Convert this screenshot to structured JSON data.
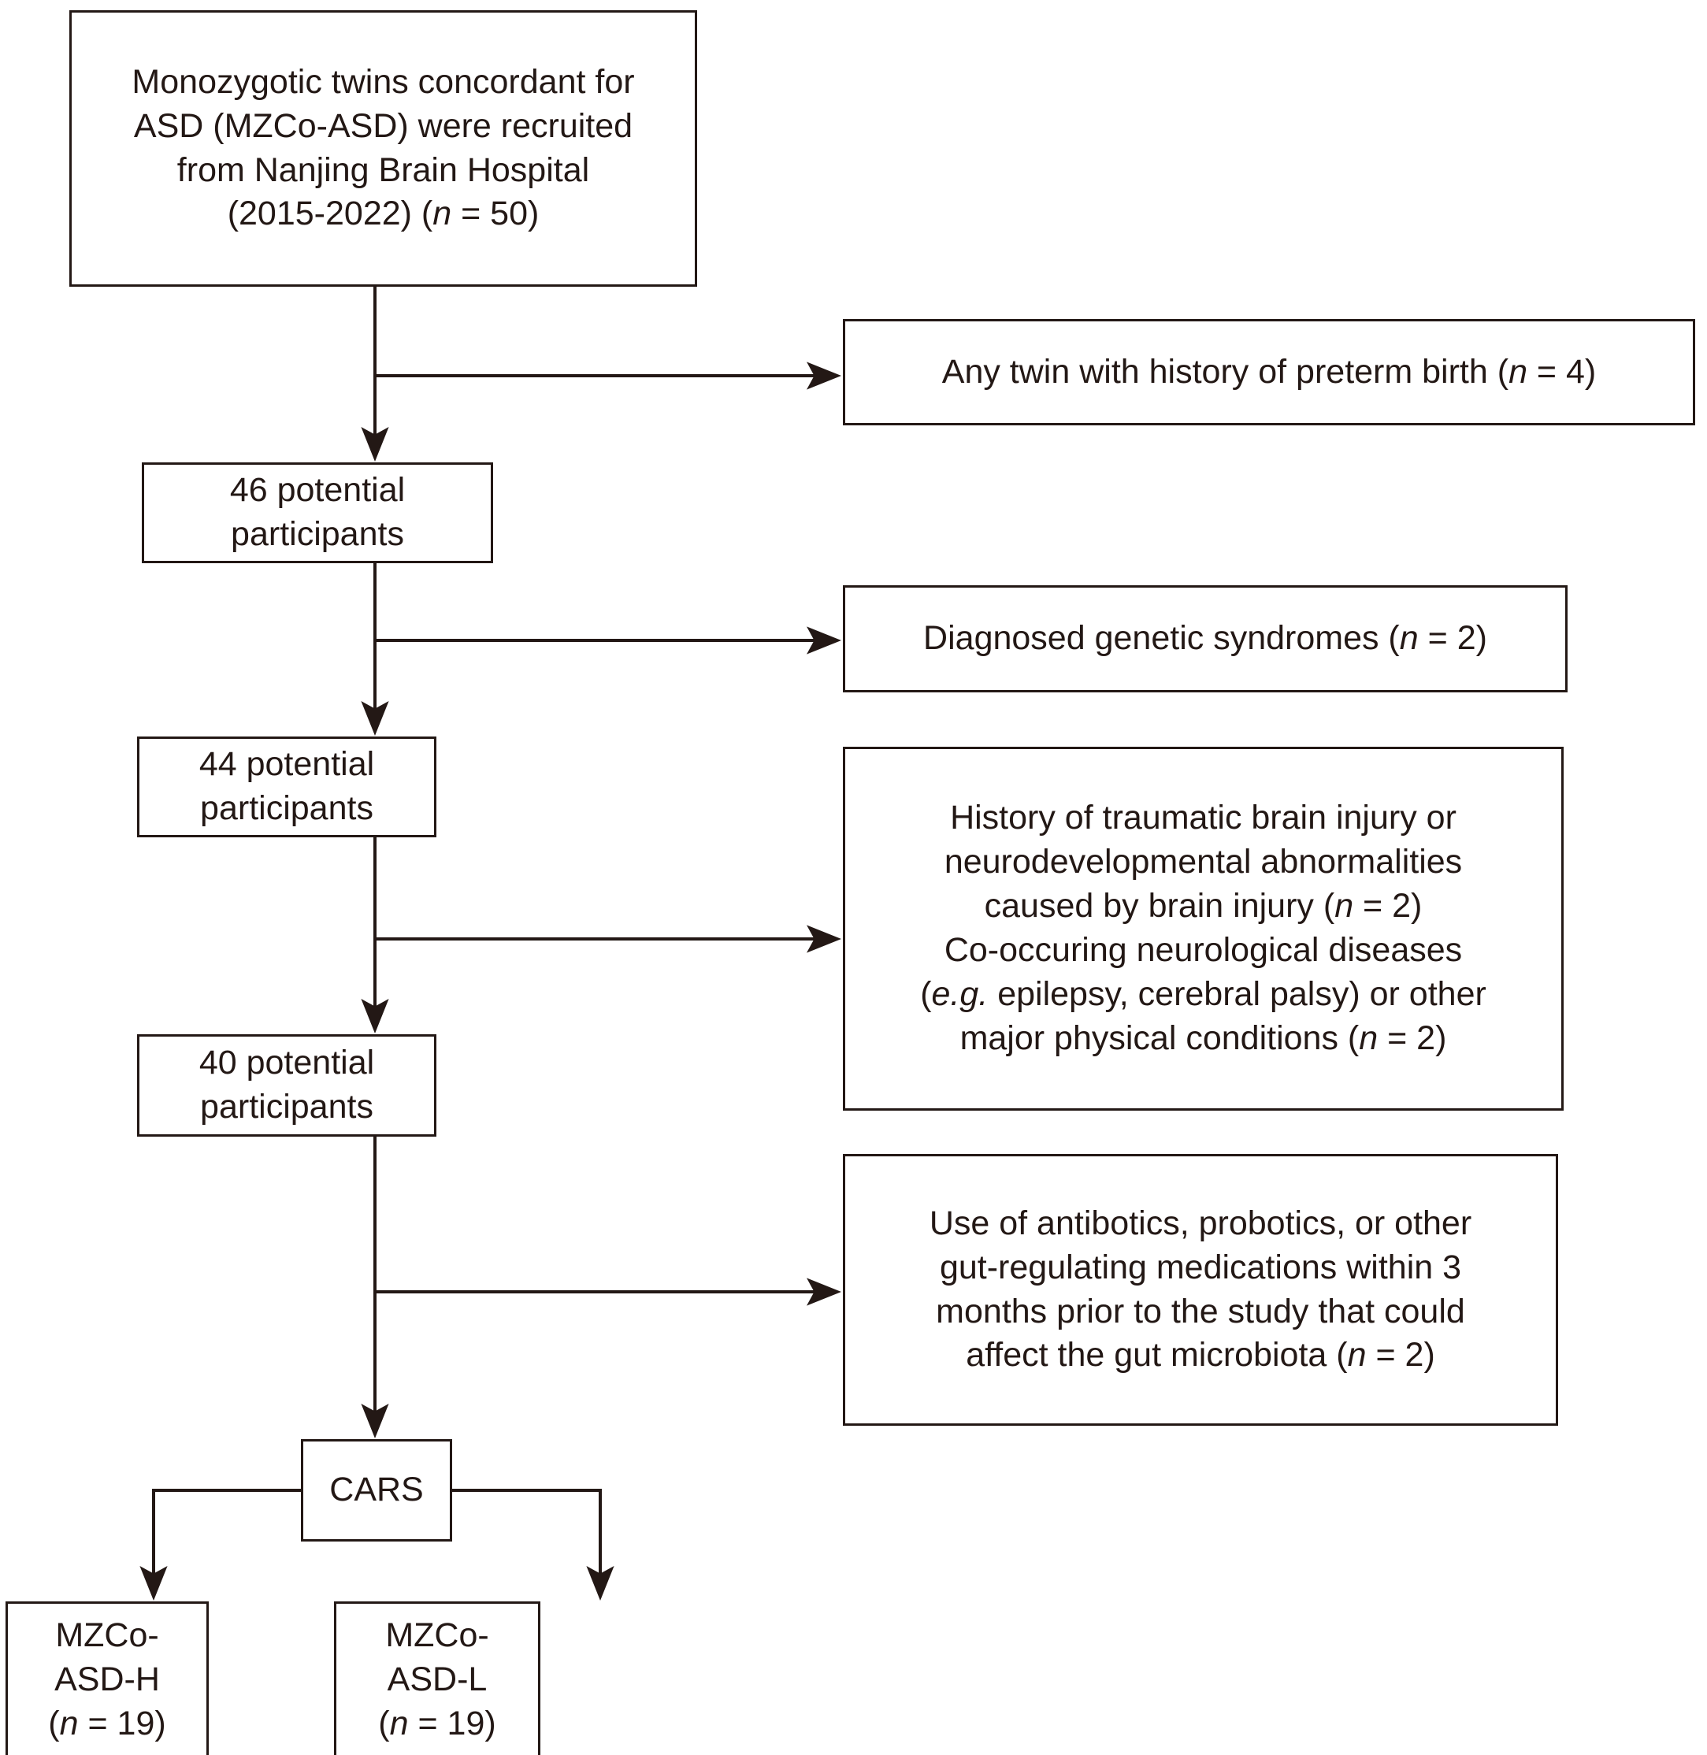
{
  "diagram": {
    "title": "Participant recruitment and selection flow diagram",
    "type": "flowchart",
    "stroke_color": "#231815",
    "background_color": "#ffffff"
  },
  "nodes": {
    "source": "Monozygotic twins concordant for\nASD (MZCo-ASD) were recruited\nfrom Nanjing Brain Hospital\n(2015-2022) (n = 50)",
    "potential_46": "46 potential participants",
    "potential_44": "44 potential participants",
    "potential_40": "40 potential participants",
    "cars": "CARS",
    "group_high": "MZCo-ASD-H\n(n = 19)",
    "group_low": "MZCo-ASD-L\n(n = 19)"
  },
  "exclusions": {
    "preterm": "Any twin with history of preterm birth (n = 4)",
    "genetic": "Diagnosed genetic syndromes (n = 2)",
    "brain_injury": "History of traumatic brain injury or\nneurodevelopmental abnormalities\ncaused by brain injury (n = 2)\nCo-occuring neurological diseases\n(e.g. epilepsy, cerebral palsy) or other\nmajor physical conditions (n = 2)",
    "medications": "Use of antibotics, probotics, or other\ngut-regulating medications within 3\nmonths prior to the study that could\naffect the gut microbiota (n = 2)"
  },
  "counts": {
    "recruited": 50,
    "preterm_excluded": 4,
    "after_preterm": 46,
    "genetic_excluded": 2,
    "after_genetic": 44,
    "brain_injury_excluded": 2,
    "neurological_excluded": 2,
    "after_neuro": 40,
    "medication_excluded": 2,
    "group_high_n": 19,
    "group_low_n": 19
  }
}
